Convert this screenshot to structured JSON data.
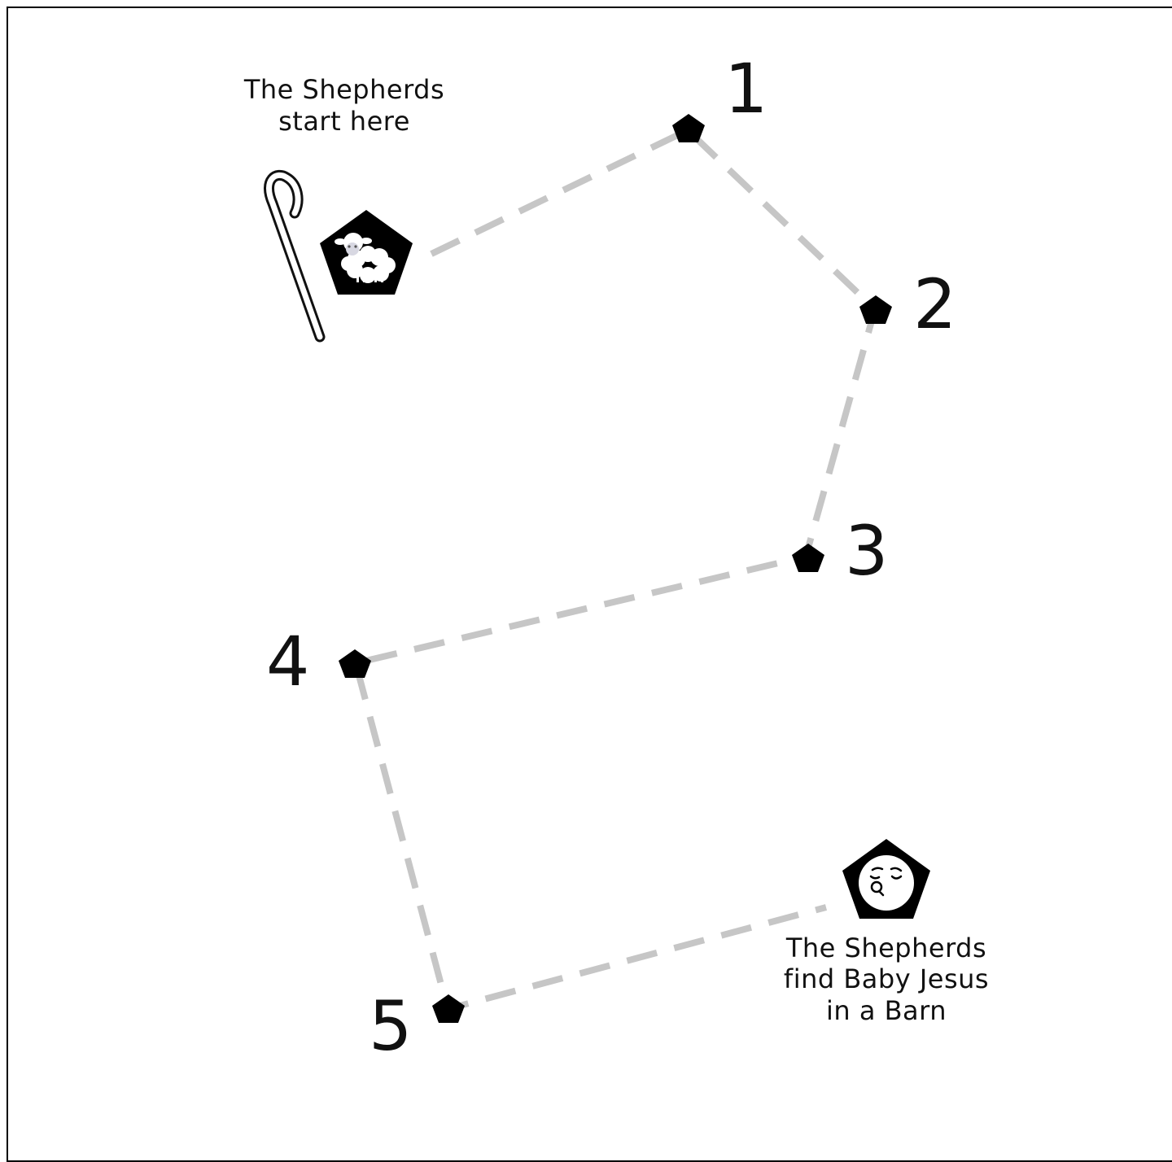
{
  "start_caption": [
    "The Shepherds",
    "start here"
  ],
  "end_caption": [
    "The Shepherds",
    "find Baby Jesus",
    "in a Barn"
  ],
  "waypoints": [
    {
      "label": "1"
    },
    {
      "label": "2"
    },
    {
      "label": "3"
    },
    {
      "label": "4"
    },
    {
      "label": "5"
    }
  ],
  "icons": {
    "start": "sheep-icon",
    "staff": "shepherd-staff-icon",
    "end": "baby-jesus-icon"
  },
  "colors": {
    "path": "#c6c6c6",
    "marker": "#000000",
    "text": "#111111"
  }
}
